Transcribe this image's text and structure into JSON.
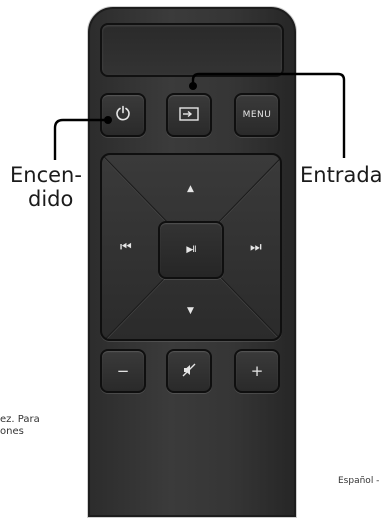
{
  "remote": {
    "buttons": {
      "power_icon": "power-icon",
      "input_icon": "input-icon",
      "menu_label": "MENU",
      "up_arrow": "▲",
      "down_arrow": "▼",
      "prev_label": "⏮",
      "play_label": "▶II",
      "next_label": "⏭",
      "vol_down_label": "−",
      "mute_icon": "mute-icon",
      "vol_up_label": "+"
    }
  },
  "callouts": {
    "power_label_line1": "Encen-",
    "power_label_line2": "dido",
    "input_label": "Entrada"
  },
  "background_text": {
    "left_line1": "ez. Para",
    "left_line2": "ones",
    "footer": "Español -"
  },
  "colors": {
    "remote_body": "#333333",
    "button_text": "#e6e6e6",
    "callout_line": "#000000"
  }
}
